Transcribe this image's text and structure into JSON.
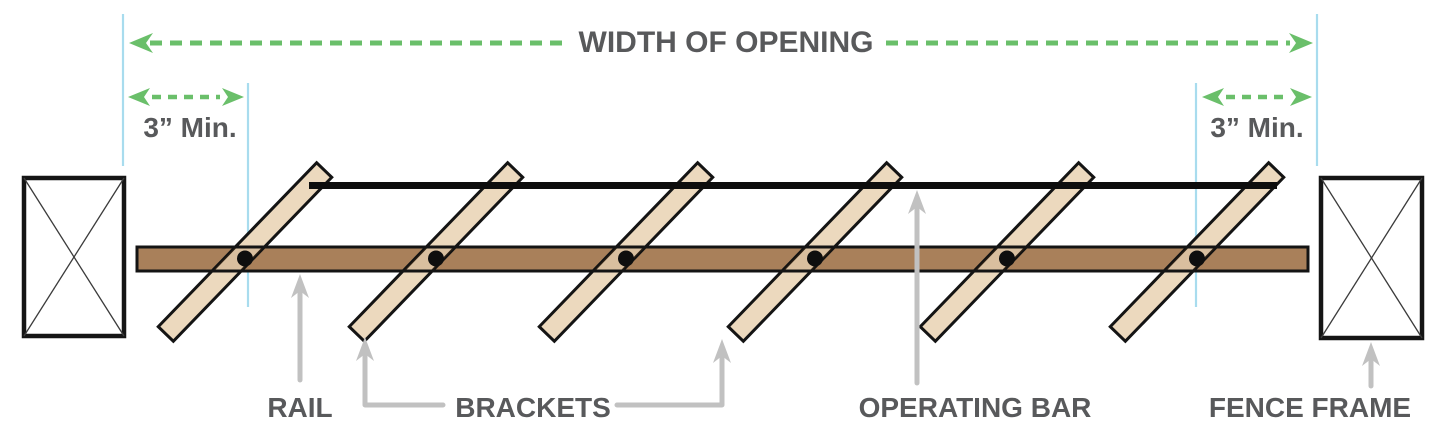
{
  "diagram": {
    "title_hint": "Fence opening hardware diagram",
    "dimension_labels": {
      "width_of_opening": "WIDTH OF OPENING",
      "left_min_clearance": "3” Min.",
      "right_min_clearance": "3” Min."
    },
    "part_labels": {
      "rail": "RAIL",
      "brackets": "BRACKETS",
      "operating_bar": "OPERATING BAR",
      "fence_frame": "FENCE FRAME"
    },
    "counts": {
      "brackets": 6,
      "bolts": 6,
      "fence_posts": 2
    },
    "colors": {
      "dimension_green": "#6abf6a",
      "guide_blue": "#a8dcee",
      "label_arrow_gray": "#c1c1c1",
      "label_text_gray": "#58595b",
      "rail_brown": "#a9805a",
      "bracket_tan": "#ecd9be",
      "outline_black": "#141414",
      "operating_bar_black": "#0d0d0d"
    }
  }
}
